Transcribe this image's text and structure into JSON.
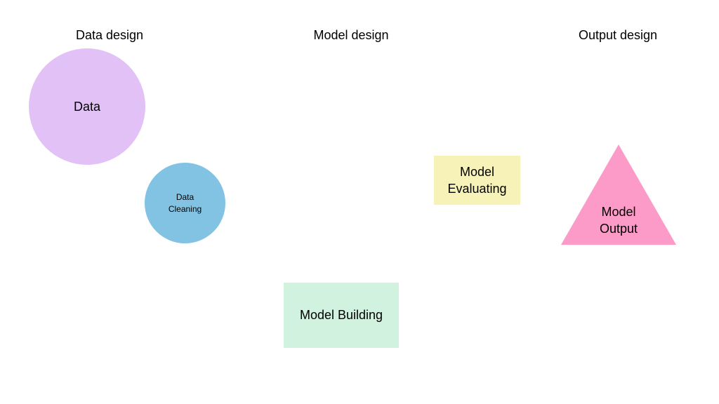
{
  "headings": {
    "data_design": "Data design",
    "model_design": "Model design",
    "output_design": "Output design"
  },
  "nodes": {
    "data": {
      "label": "Data",
      "shape": "circle",
      "color": "#e2c1f7"
    },
    "data_cleaning": {
      "label": "Data\nCleaning",
      "shape": "circle",
      "color": "#82c3e3"
    },
    "model_building": {
      "label": "Model Building",
      "shape": "rectangle",
      "color": "#d1f2de"
    },
    "model_evaluating": {
      "label": "Model\nEvaluating",
      "shape": "rectangle",
      "color": "#f7f3b8"
    },
    "model_output": {
      "label": "Model\nOutput",
      "shape": "triangle",
      "color": "#fc9bc8"
    }
  }
}
